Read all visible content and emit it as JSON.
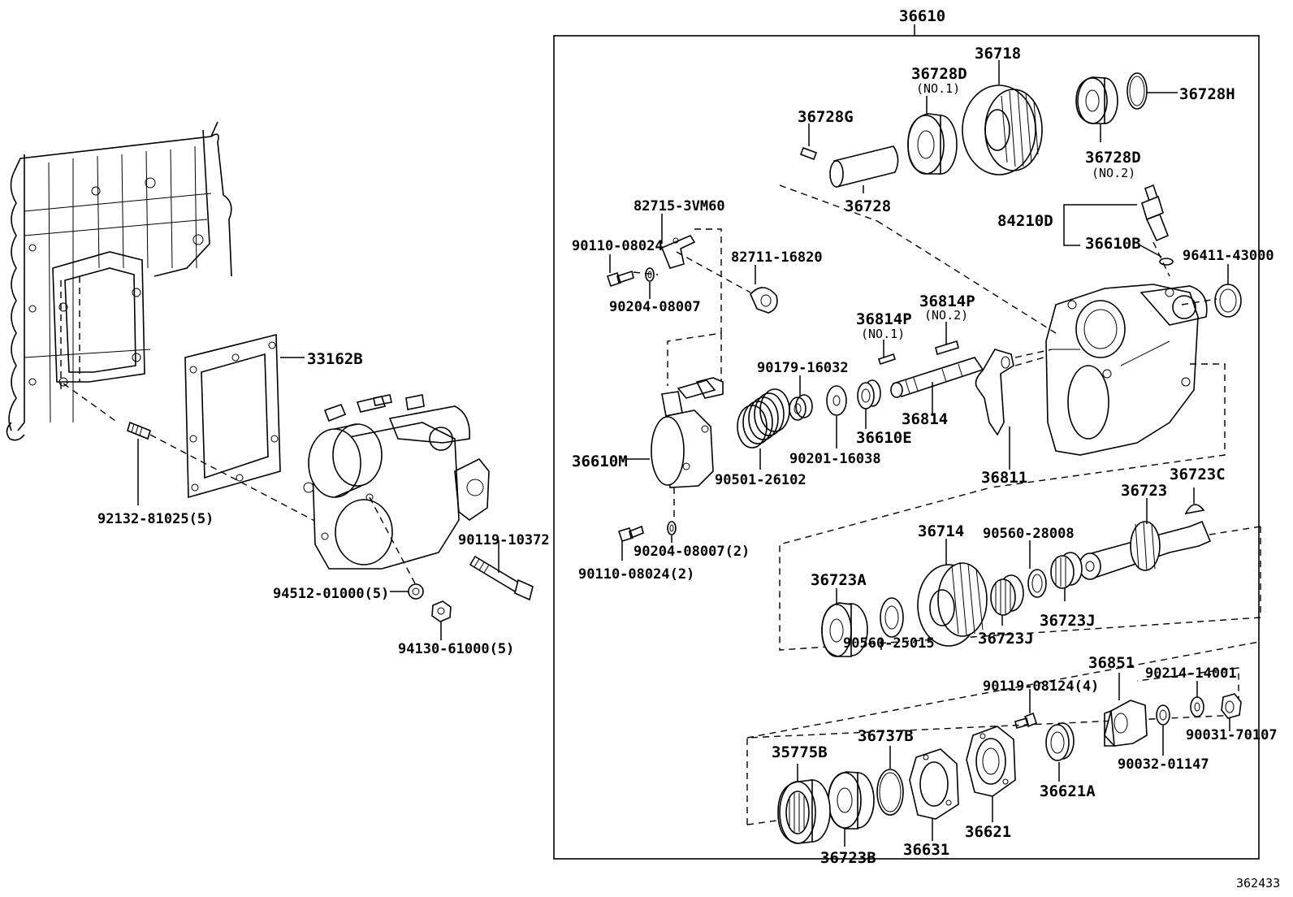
{
  "diagram_id": "362433",
  "assembly_label": "36610",
  "labels": {
    "p36610": "36610",
    "p36718": "36718",
    "p36728D_1": "36728D",
    "p36728D_1_note": "(NO.1)",
    "p36728H": "36728H",
    "p36728G": "36728G",
    "p36728D_2": "36728D",
    "p36728D_2_note": "(NO.2)",
    "p36728": "36728",
    "p82715": "82715-3VM60",
    "p84210D": "84210D",
    "p90110_08024": "90110-08024",
    "p82711": "82711-16820",
    "p36610B": "36610B",
    "p96411": "96411-43000",
    "p90204_08007": "90204-08007",
    "p36814P_2": "36814P",
    "p36814P_2_note": "(NO.2)",
    "p36814P_1": "36814P",
    "p36814P_1_note": "(NO.1)",
    "p33162B": "33162B",
    "p90179": "90179-16032",
    "p36610E": "36610E",
    "p36814": "36814",
    "p36610M": "36610M",
    "p90201": "90201-16038",
    "p90501": "90501-26102",
    "p36811": "36811",
    "p36723C": "36723C",
    "p36723": "36723",
    "p92132": "92132-81025(5)",
    "p36714": "36714",
    "p90560_28008": "90560-28008",
    "p90204_08007_2": "90204-08007(2)",
    "p90119_10372": "90119-10372",
    "p90110_08024_2": "90110-08024(2)",
    "p36723A": "36723A",
    "p94512": "94512-01000(5)",
    "p36723J_1": "36723J",
    "p36723J_2": "36723J",
    "p94130": "94130-61000(5)",
    "p90560_25015": "90560-25015",
    "p36851": "36851",
    "p90214": "90214-14001",
    "p90119_08124": "90119-08124(4)",
    "p36737B": "36737B",
    "p90031": "90031-70107",
    "p35775B": "35775B",
    "p90032": "90032-01147",
    "p36621A": "36621A",
    "p36621": "36621",
    "p36631": "36631",
    "p36723B": "36723B"
  }
}
